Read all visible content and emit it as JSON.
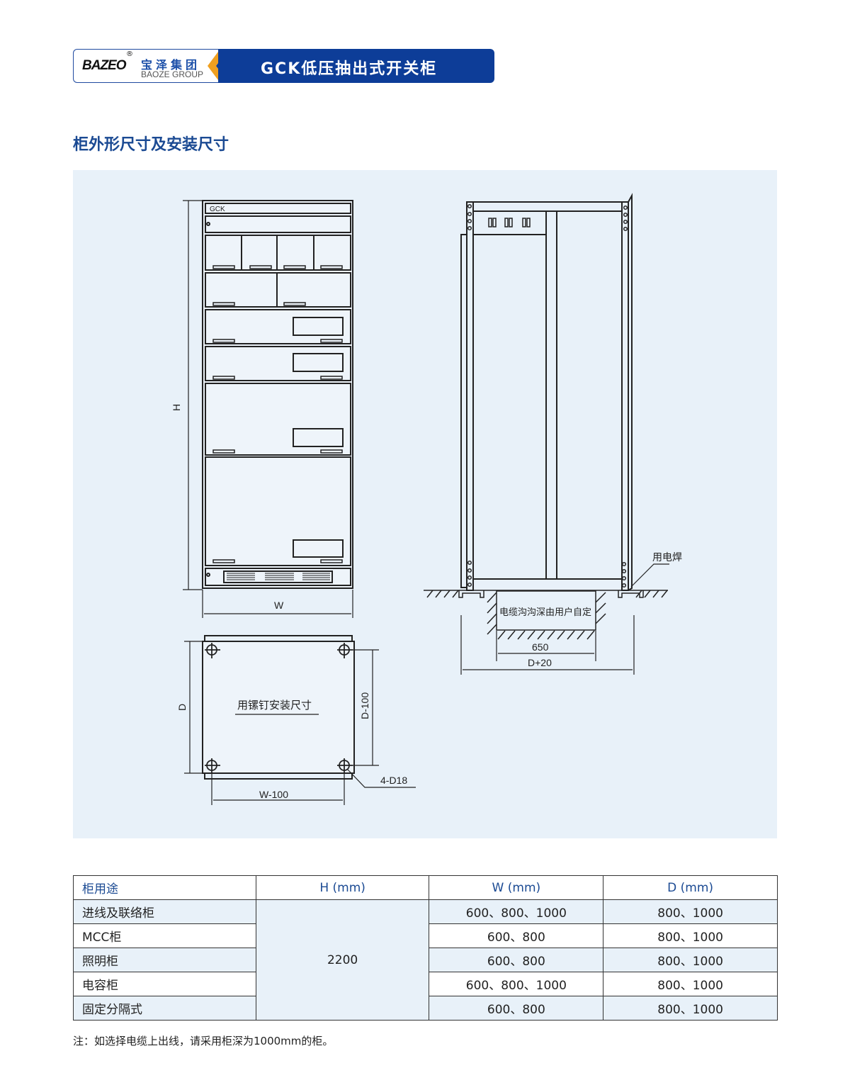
{
  "header": {
    "logo_mark": "BAZEO",
    "logo_registered": "®",
    "company_cn": "宝泽集团",
    "company_en": "BAOZE GROUP",
    "title": "GCK低压抽出式开关柜",
    "colors": {
      "brand_blue": "#0d3d98",
      "accent_orange": "#f0a020"
    }
  },
  "section": {
    "title": "柜外形尺寸及安装尺寸"
  },
  "drawings": {
    "front_view": {
      "nameplate": "GCK",
      "height_label": "H",
      "width_label": "W"
    },
    "side_view": {
      "weld_label": "用电焊",
      "trench_label": "电缆沟沟深由用户自定",
      "trench_width": "650",
      "total_depth": "D+20"
    },
    "base_view": {
      "center_label": "用镙钉安装尺寸",
      "depth_label": "D",
      "hole_pitch_depth": "D-100",
      "hole_pitch_width": "W-100",
      "holes_label": "4-D18"
    }
  },
  "table": {
    "headers": [
      "柜用途",
      "H (mm)",
      "W (mm)",
      "D (mm)"
    ],
    "height_value": "2200",
    "rows": [
      {
        "use": "进线及联络柜",
        "w": "600、800、1000",
        "d": "800、1000"
      },
      {
        "use": "MCC柜",
        "w": "600、800",
        "d": "800、1000"
      },
      {
        "use": "照明柜",
        "w": "600、800",
        "d": "800、1000"
      },
      {
        "use": "电容柜",
        "w": "600、800、1000",
        "d": "800、1000"
      },
      {
        "use": "固定分隔式",
        "w": "600、800",
        "d": "800、1000"
      }
    ]
  },
  "note": "注：如选择电缆上出线，请采用柜深为1000mm的柜。"
}
